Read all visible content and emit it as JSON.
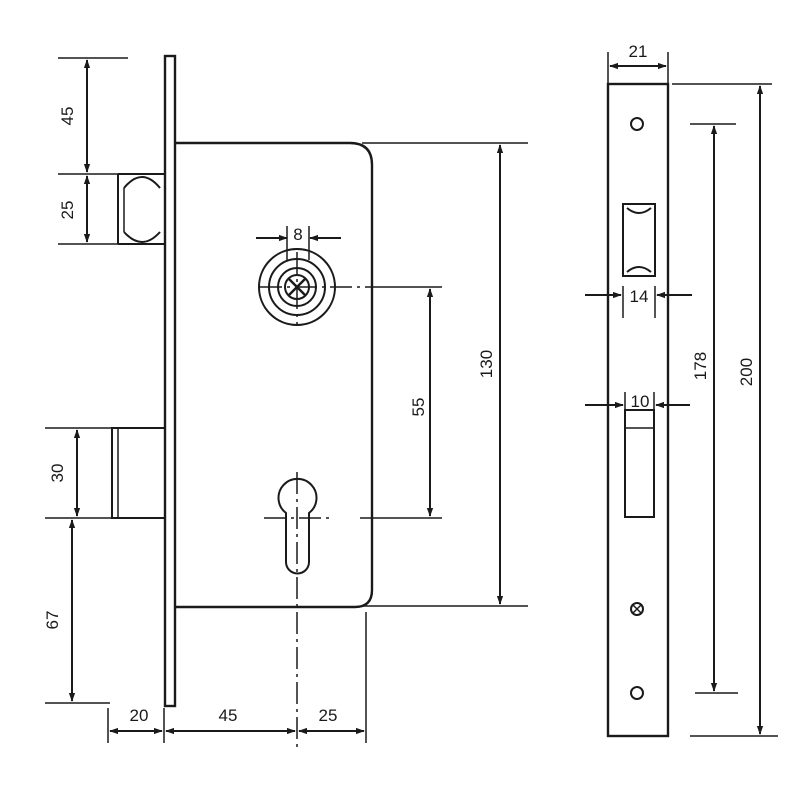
{
  "colors": {
    "ink": "#1a1a1a",
    "paper": "#ffffff"
  },
  "dimensions": {
    "latch_offset": "45",
    "latch_height": "25",
    "bolt_height": "30",
    "bolt_to_bottom": "67",
    "faceplate_thickness": "20",
    "backset": "45",
    "body_rear": "25",
    "spindle": "8",
    "center_distance": "55",
    "body_height": "130",
    "faceplate_width": "21",
    "latch_slot_width": "14",
    "bolt_slot_width": "10",
    "fixing_hole_spacing": "178",
    "faceplate_length": "200"
  }
}
